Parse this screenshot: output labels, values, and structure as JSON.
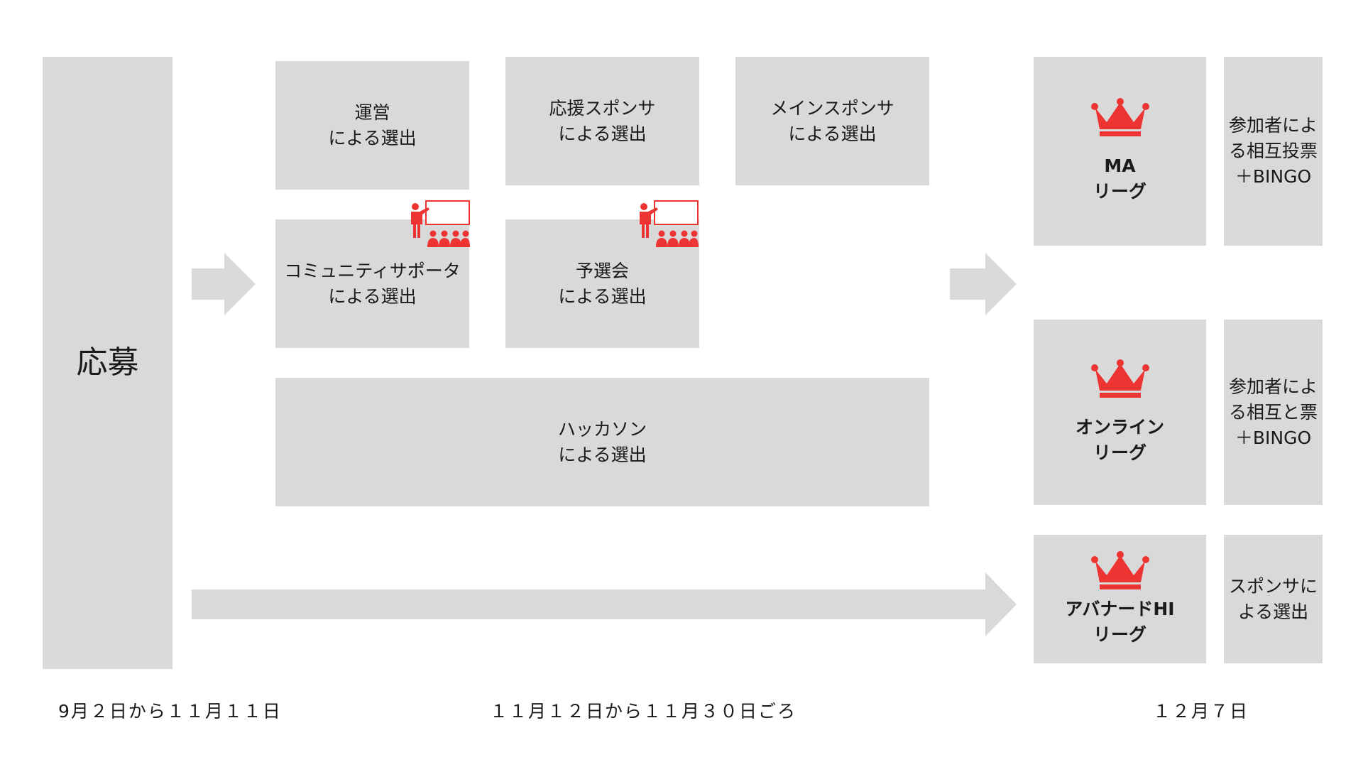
{
  "apply": {
    "label": "応募"
  },
  "selection": {
    "unei": "運営\nによる選出",
    "ouen": "応援スポンサ\nによる選出",
    "main": "メインスポンサ\nによる選出",
    "community": "コミュニティサポータ\nによる選出",
    "yosen": "予選会\nによる選出",
    "hackathon": "ハッカソン\nによる選出"
  },
  "leagues": [
    {
      "name": "MA\nリーグ",
      "method": "参加者によ\nる相互投票\n＋BINGO"
    },
    {
      "name": "オンライン\nリーグ",
      "method": "参加者によ\nる相互と票\n＋BINGO"
    },
    {
      "name": "アバナードHI\nリーグ",
      "method": "スポンサに\nよる選出"
    }
  ],
  "dates": {
    "apply": "9月２日から１１月１１日",
    "selection": "１１月１２日から１１月３０日ごろ",
    "final": "１２月７日"
  },
  "icons": {
    "crown": "crown-icon",
    "presenter": "presentation-audience-icon",
    "arrow": "right-arrow-icon"
  },
  "colors": {
    "box": "#d9d9d9",
    "accent": "#ee3333",
    "arrow": "#d9d9d9"
  }
}
